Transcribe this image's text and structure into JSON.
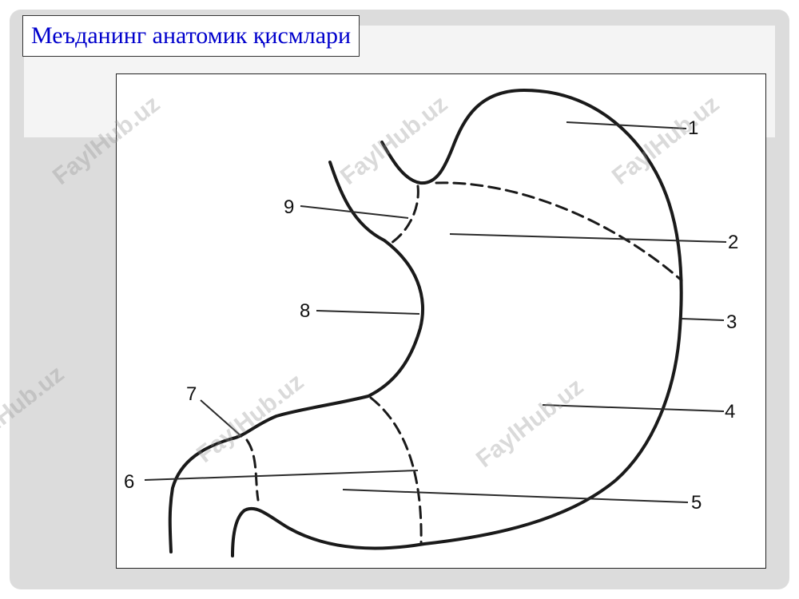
{
  "title": "Меъданинг анатомик қисмлари",
  "labels": {
    "l1": "1",
    "l2": "2",
    "l3": "3",
    "l4": "4",
    "l5": "5",
    "l6": "6",
    "l7": "7",
    "l8": "8",
    "l9": "9"
  },
  "watermark": "FaylHub.uz"
}
